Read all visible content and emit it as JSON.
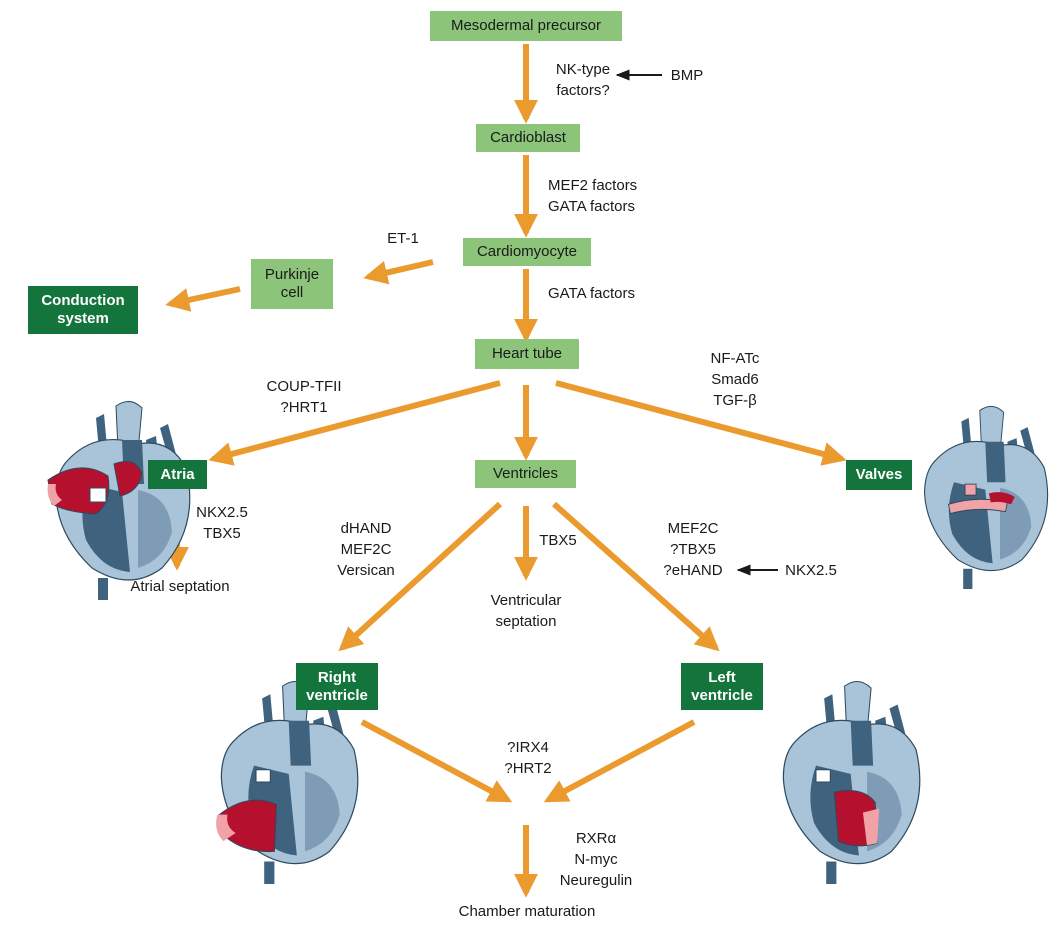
{
  "colors": {
    "arrow": "#eb9a2e",
    "light_box": "#8cc47a",
    "dark_box": "#13743c",
    "heart_dark": "#3f627e",
    "heart_light": "#a9c3d8",
    "heart_red": "#b5112e",
    "heart_pink": "#f0a2a6"
  },
  "nodes": {
    "mesodermal_precursor": "Mesodermal precursor",
    "cardioblast": "Cardioblast",
    "cardiomyocyte": "Cardiomyocyte",
    "purkinje_cell": "Purkinje\ncell",
    "conduction_system": "Conduction\nsystem",
    "heart_tube": "Heart tube",
    "atria": "Atria",
    "ventricles": "Ventricles",
    "valves": "Valves",
    "right_ventricle": "Right\nventricle",
    "left_ventricle": "Left\nventricle",
    "atrial_septation": "Atrial septation",
    "ventricular_septation": "Ventricular\nseptation",
    "chamber_maturation": "Chamber maturation"
  },
  "factors": {
    "nk_type": "NK-type\nfactors?",
    "bmp": "BMP",
    "mef2_gata": "MEF2 factors\nGATA factors",
    "et1": "ET-1",
    "gata": "GATA factors",
    "coup_hrt1": "COUP-TFII\n?HRT1",
    "nfatc_smad6_tgfb": "NF-ATc\nSmad6\nTGF-β",
    "nkx25_tbx5": "NKX2.5\nTBX5",
    "dhand_mef2c_versican": "dHAND\nMEF2C\nVersican",
    "tbx5": "TBX5",
    "mef2c_tbx5_ehand": "MEF2C\n?TBX5\n?eHAND",
    "nkx25": "NKX2.5",
    "irx4_hrt2": "?IRX4\n?HRT2",
    "rxra_nmyc_neuregulin": "RXRα\nN-myc\nNeuregulin"
  }
}
